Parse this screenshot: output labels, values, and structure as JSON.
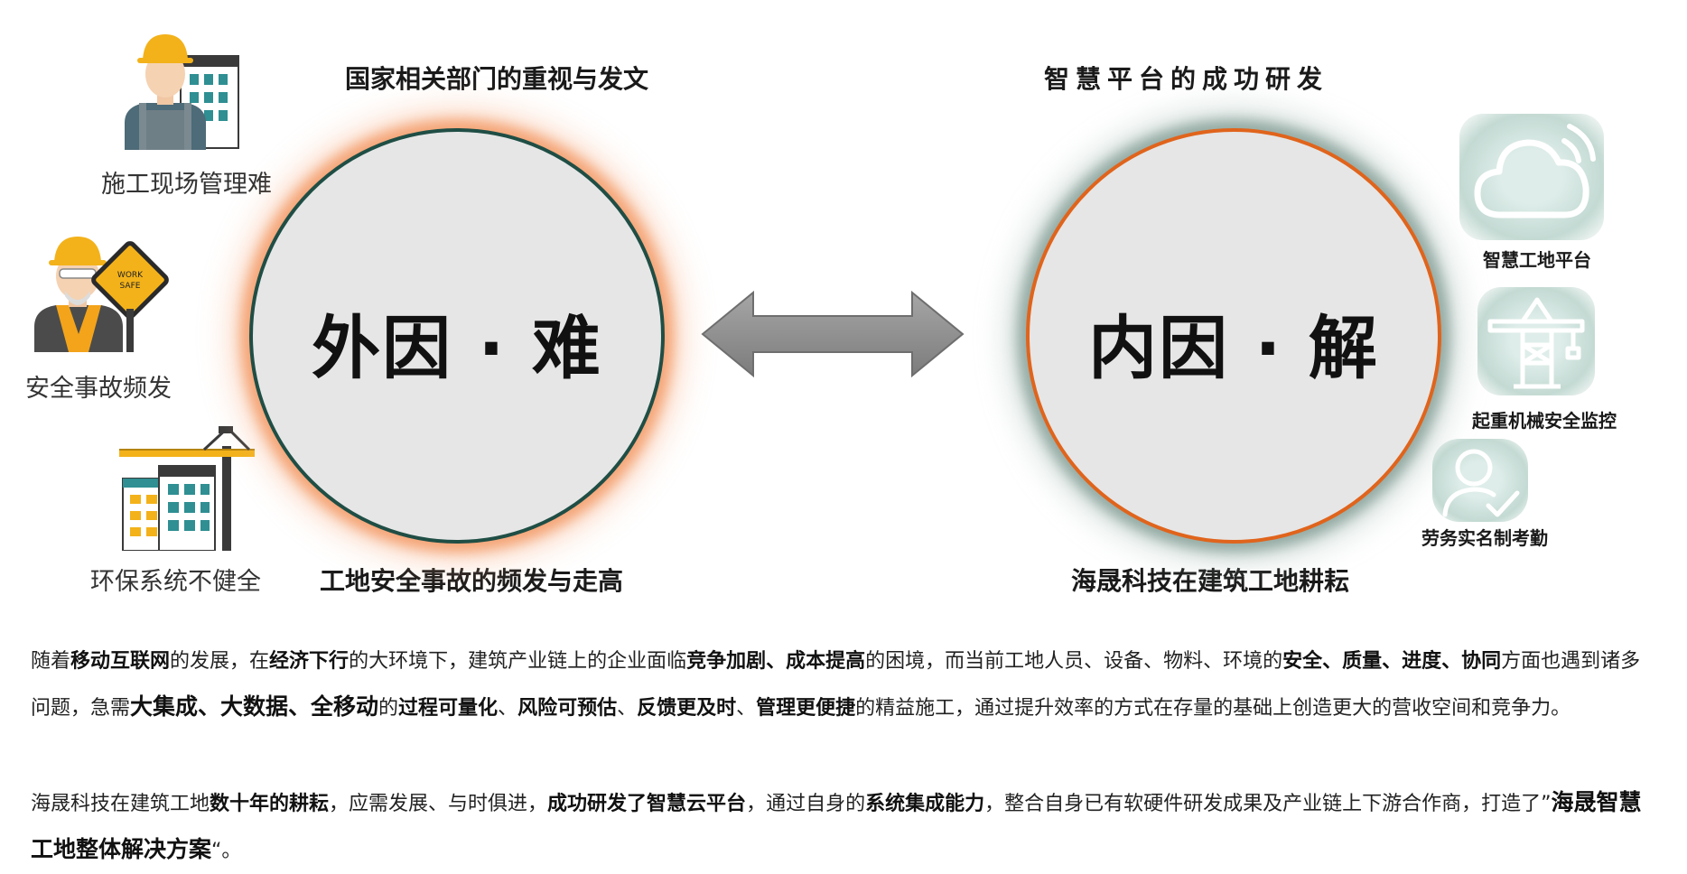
{
  "headings": {
    "top_left": "国家相关部门的重视与发文",
    "top_right": "智慧平台的成功研发",
    "bottom_left": "工地安全事故的频发与走高",
    "bottom_right": "海晟科技在建筑工地耕耘"
  },
  "circles": {
    "left": "外因 · 难",
    "right": "内因 · 解"
  },
  "left_items": [
    {
      "label": "施工现场管理难",
      "icon": "worker-building-icon"
    },
    {
      "label": "安全事故频发",
      "icon": "worker-worksafe-icon"
    },
    {
      "label": "环保系统不健全",
      "icon": "crane-building-icon"
    }
  ],
  "sign_text": [
    "WORK",
    "SAFE"
  ],
  "right_items": [
    {
      "label": "智慧工地平台",
      "icon": "cloud-wifi-icon"
    },
    {
      "label": "起重机械安全监控",
      "icon": "tower-crane-icon"
    },
    {
      "label": "劳务实名制考勤",
      "icon": "user-check-icon"
    }
  ],
  "colors": {
    "left_ring": "#1f4e45",
    "left_glow": "#f2925a",
    "right_ring": "#e0641c",
    "right_glow": "#6e8c82",
    "arrow": "#8a8a8a"
  },
  "paragraphs": {
    "p1": [
      {
        "t": "随着",
        "b": false
      },
      {
        "t": "移动互联网",
        "b": true
      },
      {
        "t": "的发展，在",
        "b": false
      },
      {
        "t": "经济下行",
        "b": true
      },
      {
        "t": "的大环境下，建筑产业链上的企业面临",
        "b": false
      },
      {
        "t": "竞争加剧、成本提高",
        "b": true
      },
      {
        "t": "的困境，而当前工地人员、设备、物料、环境的",
        "b": false
      },
      {
        "t": "安全、质量、进度、协同",
        "b": true
      },
      {
        "t": "方面也遇到诸多问题，急需",
        "b": false
      },
      {
        "t": "大集成、大数据、全移动",
        "b": true,
        "big": true
      },
      {
        "t": "的",
        "b": false
      },
      {
        "t": "过程可量化",
        "b": true
      },
      {
        "t": "、",
        "b": false
      },
      {
        "t": "风险可预估",
        "b": true
      },
      {
        "t": "、",
        "b": false
      },
      {
        "t": "反馈更及时",
        "b": true
      },
      {
        "t": "、",
        "b": false
      },
      {
        "t": "管理更便捷",
        "b": true
      },
      {
        "t": "的精益施工，通过提升效率的方式在存量的基础上创造更大的营收空间和竞争力。",
        "b": false
      }
    ],
    "p2": [
      {
        "t": "海晟科技在建筑工地",
        "b": false
      },
      {
        "t": "数十年的耕耘",
        "b": true
      },
      {
        "t": "，应需发展、与时俱进，",
        "b": false
      },
      {
        "t": "成功研发了智慧云平台",
        "b": true
      },
      {
        "t": "，通过自身的",
        "b": false
      },
      {
        "t": "系统集成能力",
        "b": true
      },
      {
        "t": "，整合自身已有软硬件研发成果及产业链上下游合作商，打造了”",
        "b": false
      },
      {
        "t": "海晟智慧工地整体解决方案",
        "b": true,
        "big": true
      },
      {
        "t": "“。",
        "b": false
      }
    ]
  }
}
